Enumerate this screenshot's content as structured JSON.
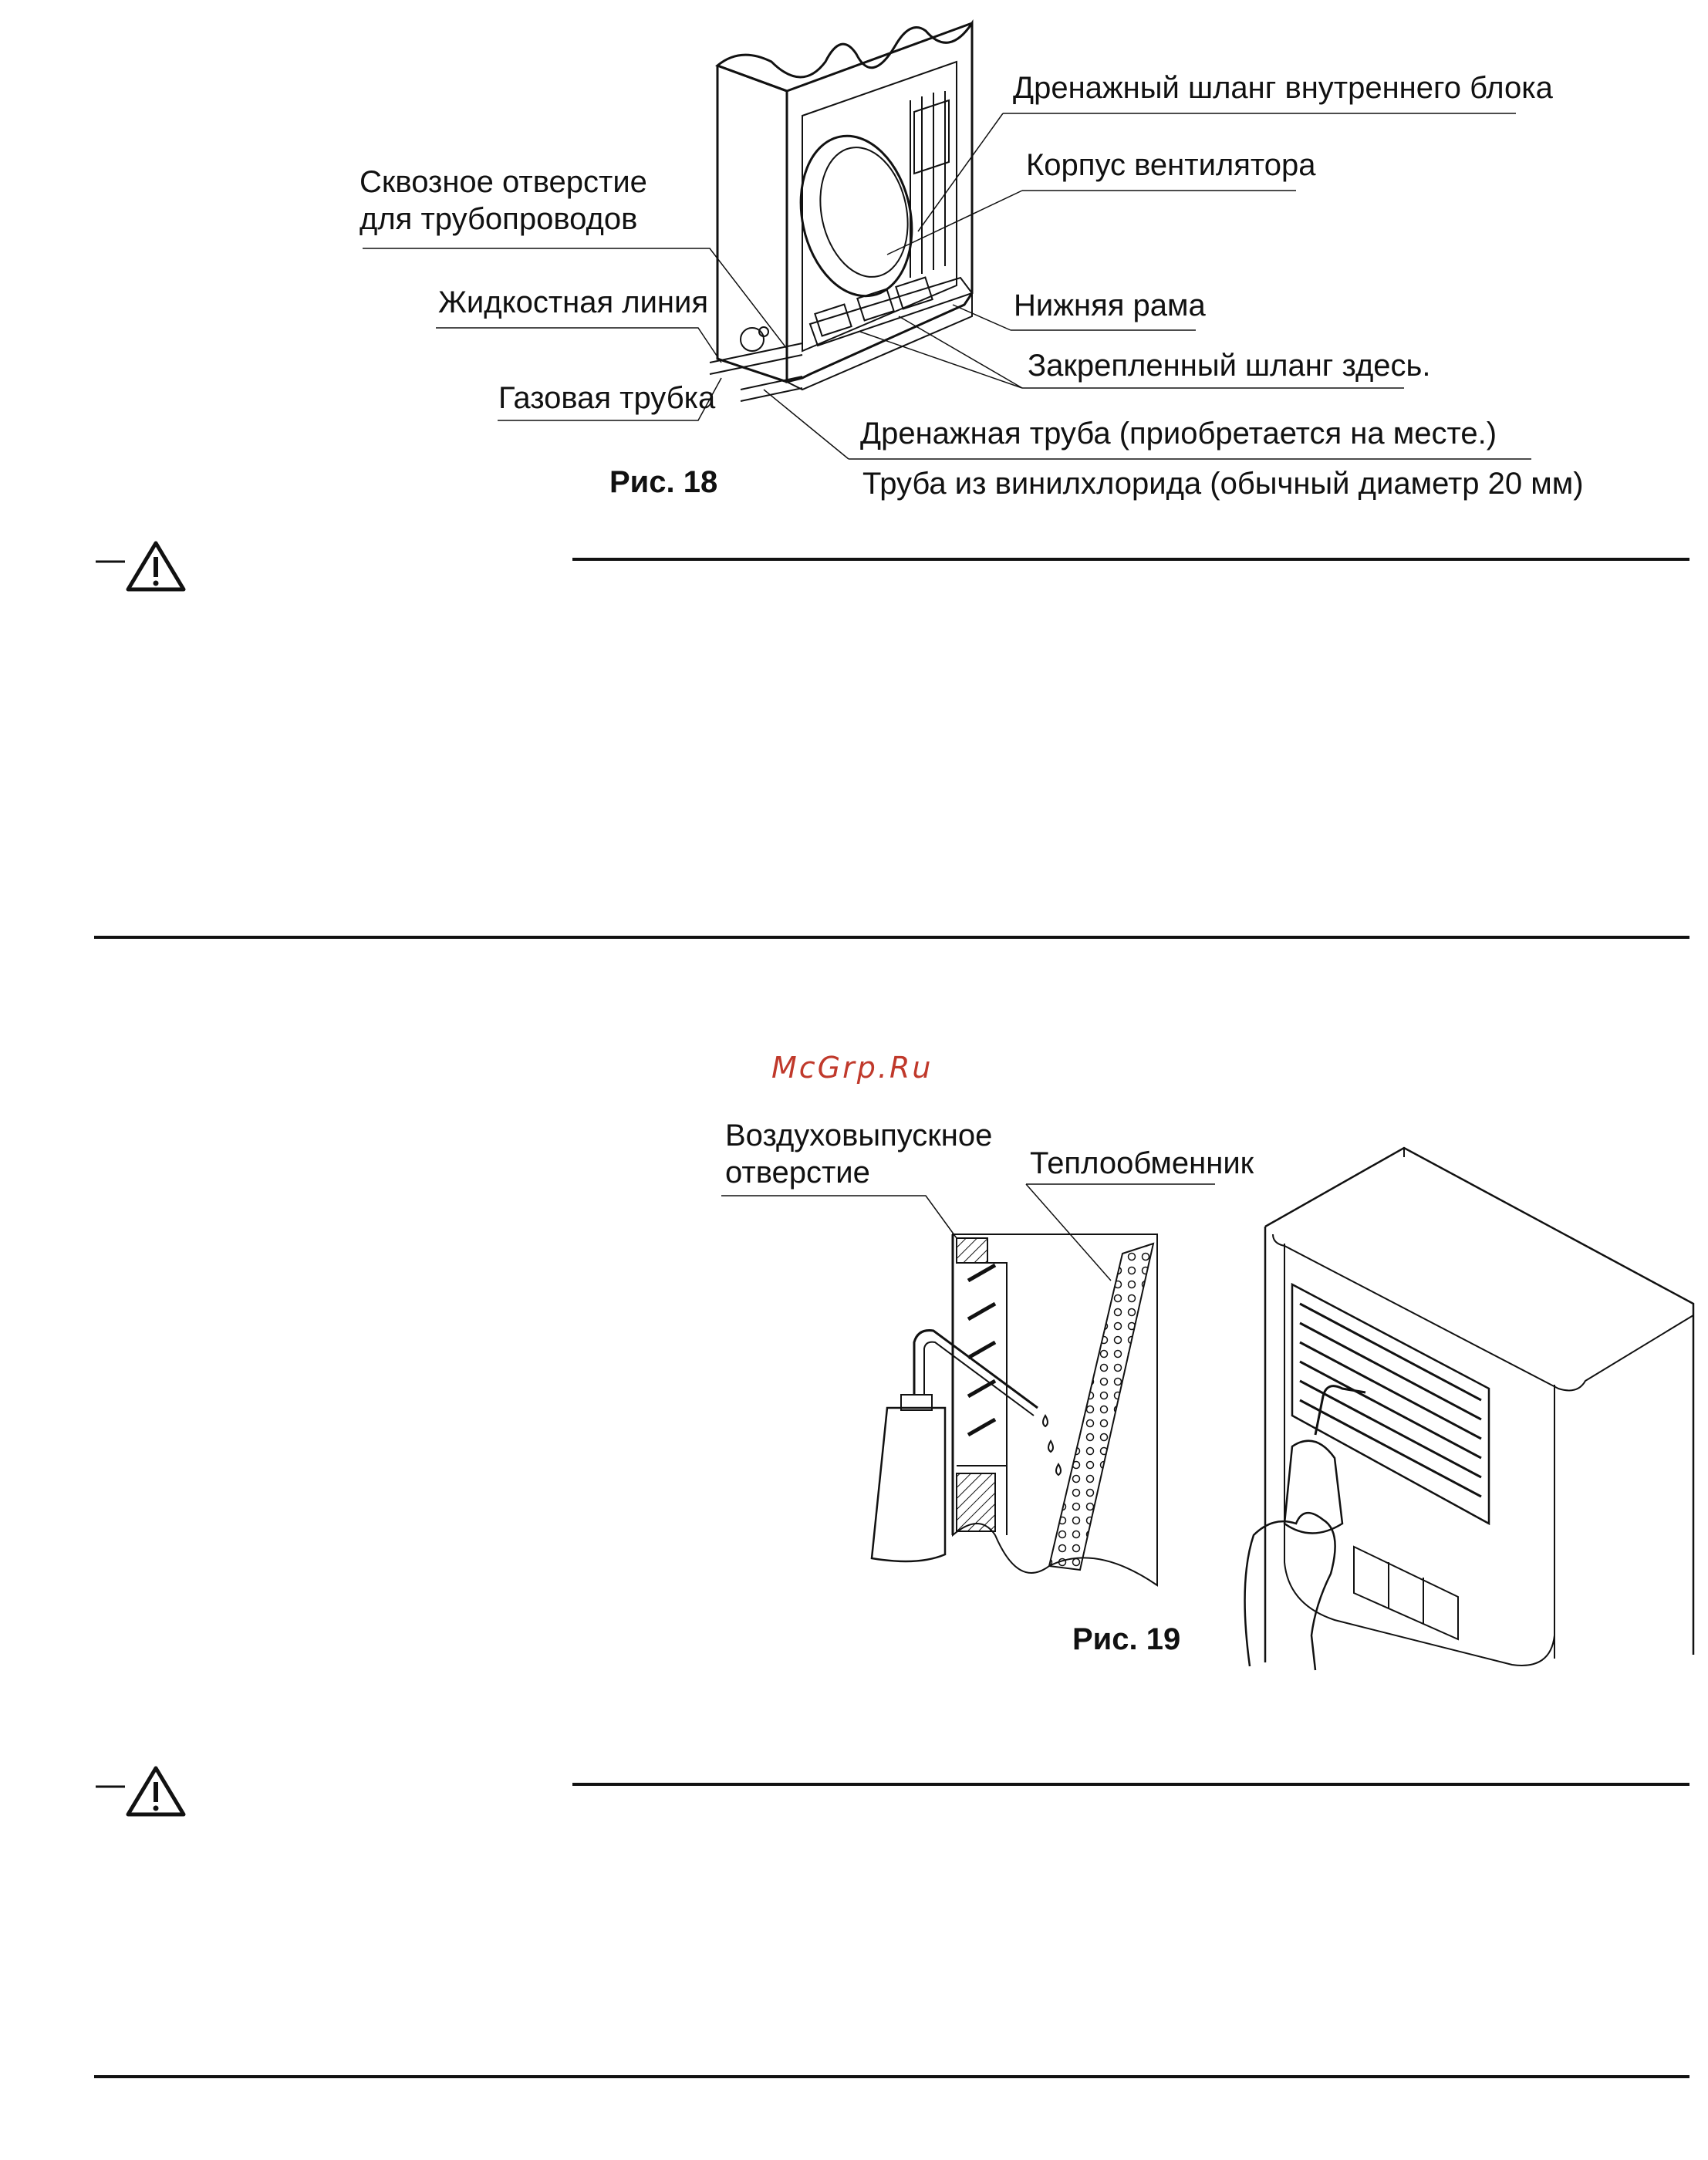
{
  "figure18": {
    "caption": "Рис. 18",
    "labels": {
      "through_hole": [
        "Сквозное отверстие",
        "для трубопроводов"
      ],
      "liquid_line": "Жидкостная линия",
      "gas_tube": "Газовая трубка",
      "indoor_drain_hose": "Дренажный шланг внутреннего блока",
      "fan_casing": "Корпус вентилятора",
      "bottom_frame": "Нижняя рама",
      "hose_fixed": "Закрепленный шланг здесь.",
      "drain_pipe": "Дренажная труба (приобретается на месте.)",
      "vinyl_pipe": "Труба из винилхлорида (обычный диаметр 20 мм)"
    }
  },
  "figure19": {
    "caption": "Рис. 19",
    "labels": {
      "air_outlet": [
        "Воздуховыпускное",
        "отверстие"
      ],
      "heat_exchanger": "Теплообменник"
    }
  },
  "watermark": {
    "text": "McGrp.Ru",
    "color": "#c0392b"
  },
  "warnings": [
    {
      "icon": "warning-triangle-icon"
    },
    {
      "icon": "warning-triangle-icon"
    }
  ],
  "colors": {
    "ink": "#111111",
    "background": "#ffffff"
  }
}
